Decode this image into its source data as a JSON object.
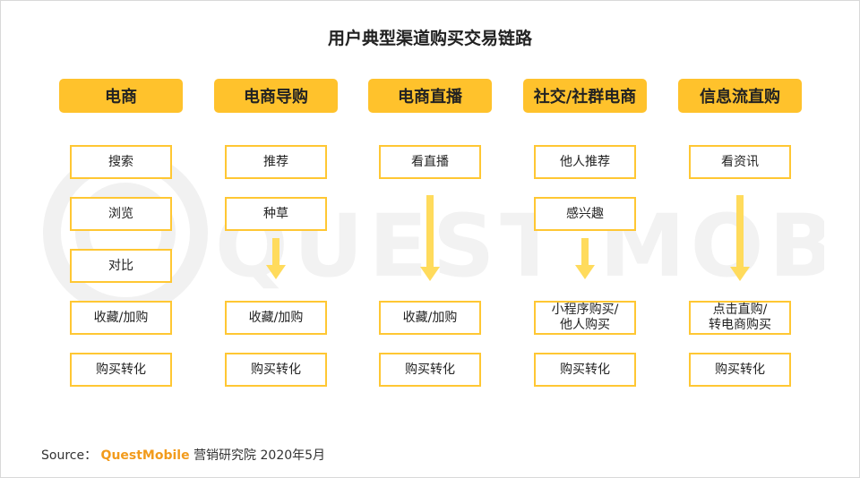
{
  "title": "用户典型渠道购买交易链路",
  "watermark": "QUEST MOBILE",
  "columns": [
    {
      "header": "电商",
      "steps": [
        "搜索",
        "浏览",
        "对比",
        "收藏/加购",
        "购买转化"
      ]
    },
    {
      "header": "电商导购",
      "steps": [
        "推荐",
        "种草",
        "收藏/加购",
        "购买转化"
      ]
    },
    {
      "header": "电商直播",
      "steps": [
        "看直播",
        "收藏/加购",
        "购买转化"
      ]
    },
    {
      "header": "社交/社群电商",
      "steps": [
        "他人推荐",
        "感兴趣",
        "小程序购买/\n他人购买",
        "购买转化"
      ]
    },
    {
      "header": "信息流直购",
      "steps": [
        "看资讯",
        "点击直购/\n转电商购买",
        "购买转化"
      ]
    }
  ],
  "source": {
    "label": "Source：",
    "brand": "QuestMobile",
    "text": "营销研究院 2020年5月"
  },
  "colors": {
    "header_fill": "#ffc22c",
    "box_border": "#ffc733",
    "arrow": "#ffdb5c",
    "brand": "#f29b1c"
  }
}
